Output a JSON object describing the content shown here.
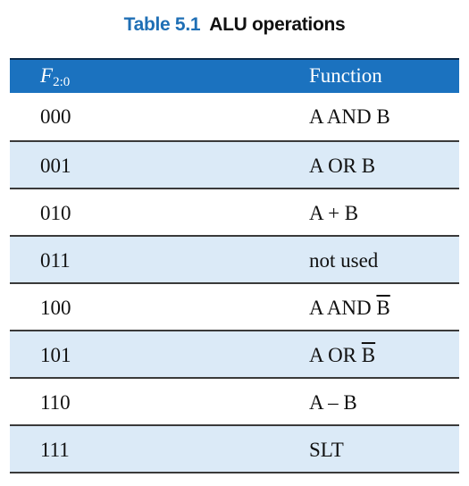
{
  "caption": {
    "number": "Table 5.1",
    "title": "ALU operations"
  },
  "table": {
    "header": {
      "col1_symbol": "F",
      "col1_subscript": "2:0",
      "col2": "Function"
    },
    "rows": [
      {
        "code": "000",
        "fn_parts": [
          "A AND B"
        ]
      },
      {
        "code": "001",
        "fn_parts": [
          "A OR B"
        ]
      },
      {
        "code": "010",
        "fn_parts": [
          "A + B"
        ]
      },
      {
        "code": "011",
        "fn_parts": [
          "not used"
        ]
      },
      {
        "code": "100",
        "fn_parts": [
          "A AND ",
          "B"
        ]
      },
      {
        "code": "101",
        "fn_parts": [
          "A OR ",
          "B"
        ]
      },
      {
        "code": "110",
        "fn_parts": [
          "A – B"
        ]
      },
      {
        "code": "111",
        "fn_parts": [
          "SLT"
        ]
      }
    ]
  },
  "colors": {
    "caption_number": "#1f6fb5",
    "header_background": "#1b72bf",
    "shaded_row": "#dbeaf7"
  }
}
